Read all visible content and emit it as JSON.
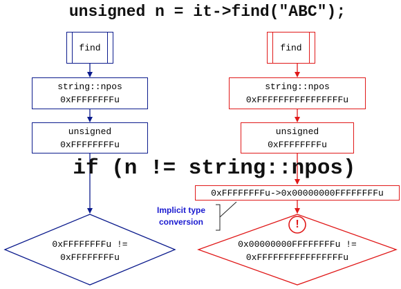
{
  "title_code": "unsigned n = it->find(\"ABC\");",
  "condition_code": "if (n != string::npos)",
  "left": {
    "find_label": "find",
    "npos_line1": "string::npos",
    "npos_line2": "0xFFFFFFFFu",
    "unsigned_line1": "unsigned",
    "unsigned_line2": "0xFFFFFFFFu",
    "compare_line1": "0xFFFFFFFFu !=",
    "compare_line2": "0xFFFFFFFFu"
  },
  "right": {
    "find_label": "find",
    "npos_line1": "string::npos",
    "npos_line2": "0xFFFFFFFFFFFFFFFFu",
    "unsigned_line1": "unsigned",
    "unsigned_line2": "0xFFFFFFFFu",
    "conversion": "0xFFFFFFFFu->0x00000000FFFFFFFFu",
    "warning_symbol": "!",
    "compare_line1": "0x00000000FFFFFFFFu !=",
    "compare_line2": "0xFFFFFFFFFFFFFFFFu"
  },
  "callout": {
    "line1": "Implicit type",
    "line2": "conversion"
  },
  "colors": {
    "left_stroke": "#0a1a8c",
    "right_stroke": "#e01818",
    "callout_text": "#1a1ad0"
  }
}
